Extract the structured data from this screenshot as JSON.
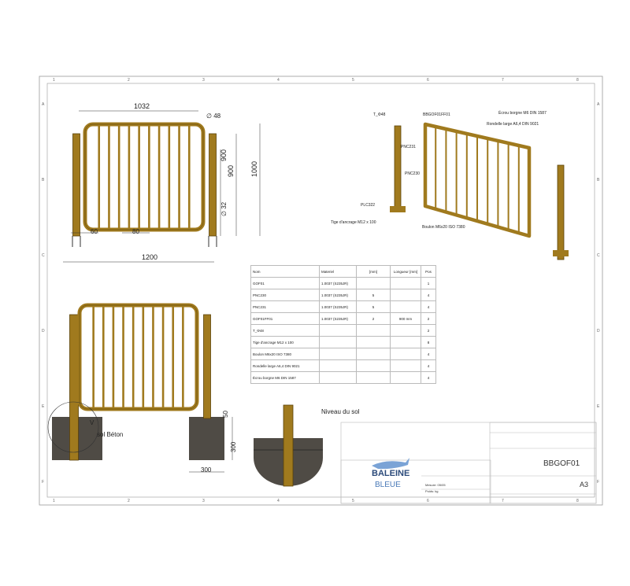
{
  "sheet": {
    "columns": [
      "1",
      "2",
      "3",
      "4",
      "5",
      "6",
      "7",
      "8"
    ],
    "rows": [
      "A",
      "B",
      "C",
      "D",
      "E",
      "F"
    ]
  },
  "front_view": {
    "dims": {
      "width_top": "1032",
      "tube": "48",
      "h_inner": "900",
      "h_total": "1000",
      "h_side": "900",
      "bar": "32",
      "post_off": "60",
      "spacing": "80",
      "width_total": "1200"
    }
  },
  "iso_labels": [
    "T_Φ48",
    "BBGOF01FF01",
    "Écrou borgne M6 DIN 1587",
    "Rondelle large A6,4 DIN 9021",
    "PNC231",
    "PNC230",
    "PLC322",
    "Tige d'ancrage M12 x 100",
    "Boulon M6x20 ISO 7380"
  ],
  "install_view": {
    "label_v": "V",
    "label_concrete": "sol Béton",
    "dim_50": "50",
    "dim_300h": "300",
    "dim_300w": "300",
    "label_ground": "Niveau du sol"
  },
  "bom": {
    "headers": [
      "Nom",
      "Materiel",
      "[mm]",
      "Longueur [mm]",
      "Pos"
    ],
    "rows": [
      [
        "GOF01",
        "1.0037 (S235JR)",
        "",
        "",
        "1"
      ],
      [
        "PNC230",
        "1.0037 (S235JR)",
        "5",
        "",
        "4"
      ],
      [
        "PNC231",
        "1.0037 (S235JR)",
        "5",
        "",
        "4"
      ],
      [
        "GOF01FF01",
        "1.0037 (S235JR)",
        "2",
        "900 mm",
        "2"
      ],
      [
        "T_Φ48",
        "",
        "",
        "",
        "2"
      ],
      [
        "Tige d'ancrage M12 x 100",
        "",
        "",
        "",
        "8"
      ],
      [
        "Boulon M6x20 ISO 7380",
        "",
        "",
        "",
        "4"
      ],
      [
        "Rondelle large A6,4 DIN 9021",
        "",
        "",
        "",
        "4"
      ],
      [
        "Écrou borgne M6 DIN 1587",
        "",
        "",
        "",
        "4"
      ]
    ]
  },
  "title_block": {
    "logo_line1": "BALEINE",
    "logo_line2": "BLEUE",
    "drawing_no": "BBGOF01",
    "format": "A3",
    "scale_label": "Mesure: 05/05",
    "weight_label": "Poids: kg"
  },
  "colors": {
    "steel": "#a07a1e",
    "steel_dark": "#5a4208",
    "concrete": "#4f4b45",
    "logo_blue": "#2b4a7a"
  }
}
